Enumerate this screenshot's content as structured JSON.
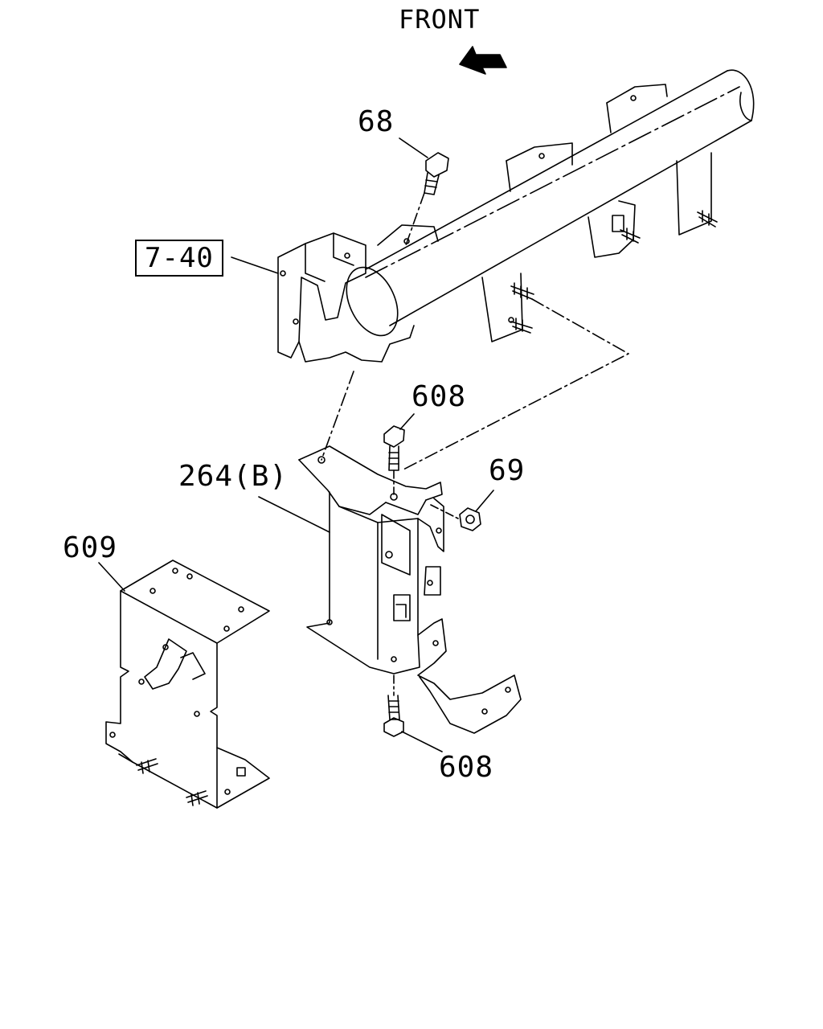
{
  "orientation": {
    "front_label": "FRONT"
  },
  "callouts": {
    "c68": "68",
    "c7_40": "7-40",
    "c608_top": "608",
    "c264b": "264(B)",
    "c69": "69",
    "c609": "609",
    "c608_bottom": "608"
  }
}
